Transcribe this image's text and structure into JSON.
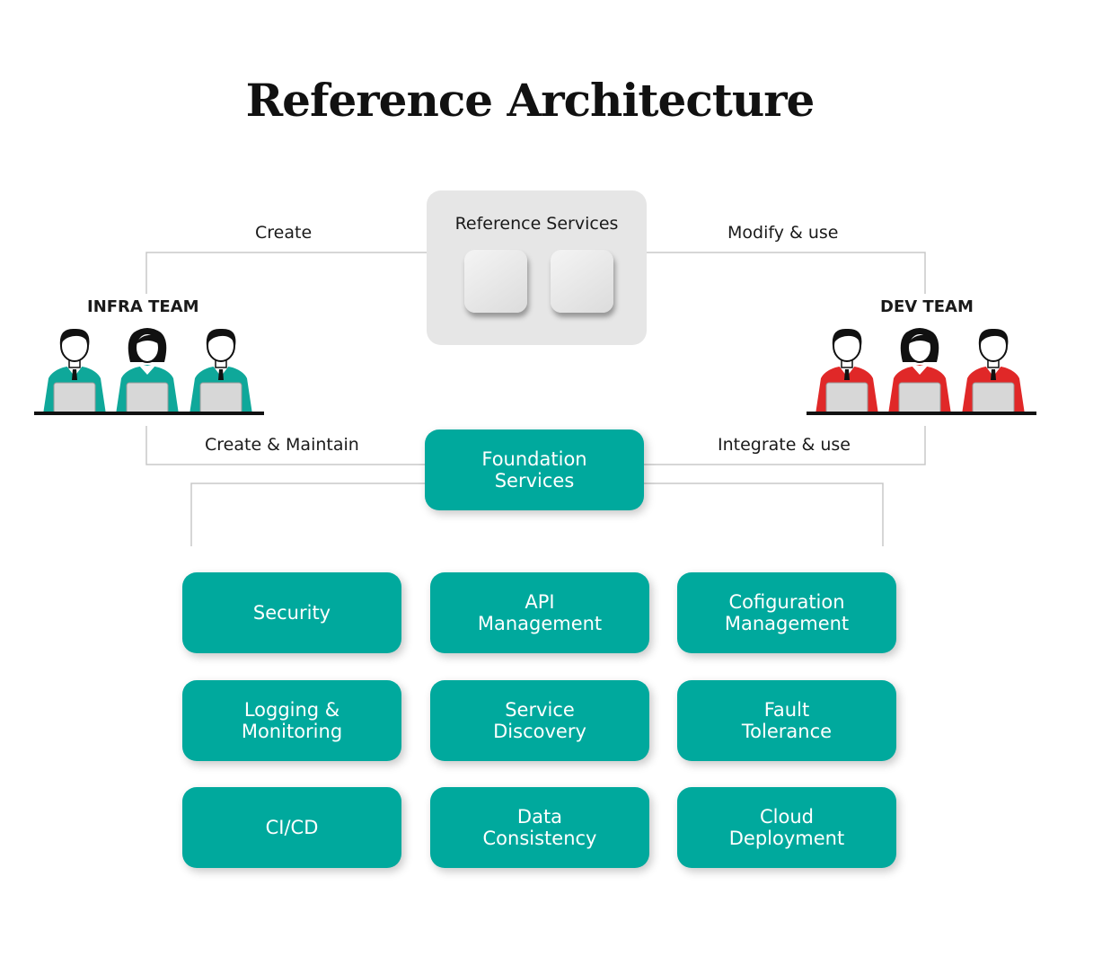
{
  "title": "Reference Architecture",
  "reference_services": {
    "label": "Reference Services"
  },
  "edges": {
    "create": "Create",
    "modify_use": "Modify & use",
    "create_maintain": "Create & Maintain",
    "integrate_use": "Integrate & use"
  },
  "teams": {
    "infra": {
      "label": "INFRA TEAM",
      "color": "#0fa89a"
    },
    "dev": {
      "label": "DEV TEAM",
      "color": "#e02828"
    }
  },
  "foundation": {
    "label": "Foundation\nServices"
  },
  "services": [
    "Security",
    "API\nManagement",
    "Cofiguration\nManagement",
    "Logging &\nMonitoring",
    "Service\nDiscovery",
    "Fault\nTolerance",
    "CI/CD",
    "Data\nConsistency",
    "Cloud\nDeployment"
  ]
}
